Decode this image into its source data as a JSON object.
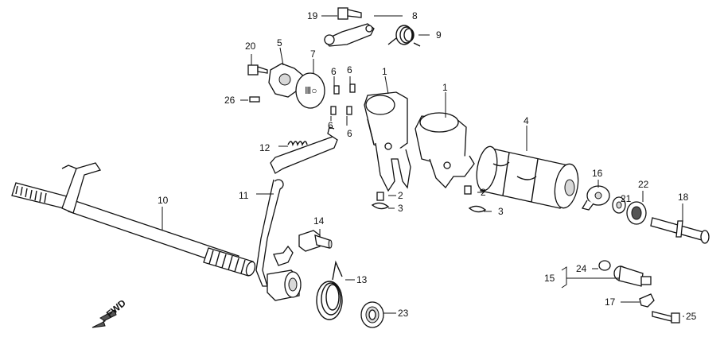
{
  "callouts": {
    "c1a": "1",
    "c1b": "1",
    "c2a": "2",
    "c2b": "2",
    "c3a": "3",
    "c3b": "3",
    "c4": "4",
    "c5": "5",
    "c6a": "6",
    "c6b": "6",
    "c6c": "6",
    "c6d": "6",
    "c7": "7",
    "c8": "8",
    "c9": "9",
    "c10": "10",
    "c11": "11",
    "c12": "12",
    "c13": "13",
    "c14": "14",
    "c15": "15",
    "c16": "16",
    "c17": "17",
    "c18": "18",
    "c19": "19",
    "c20": "20",
    "c21": "21",
    "c22": "22",
    "c23": "23",
    "c24": "24",
    "c25": "25",
    "c26": "26"
  },
  "direction_label": "FWD"
}
